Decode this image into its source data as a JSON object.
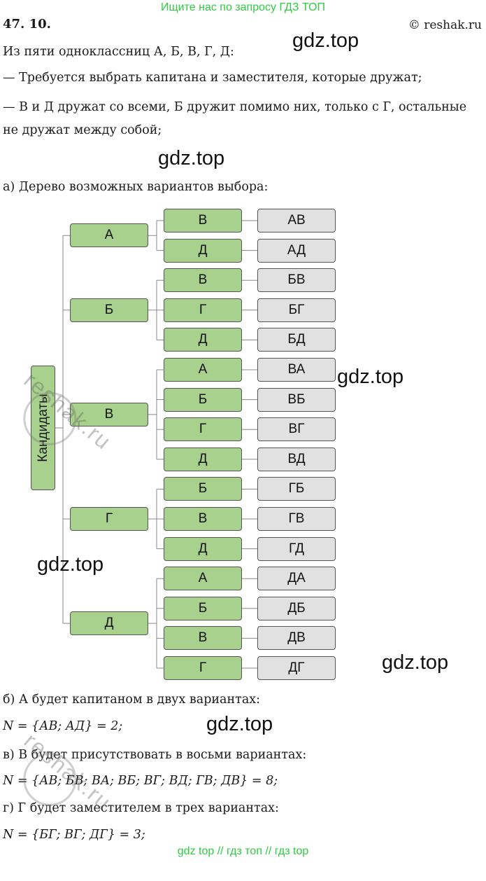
{
  "banner": "Ищите нас по запросу ГДЗ ТОП",
  "header": {
    "number": "47. 10.",
    "copyright": "© reshak.ru"
  },
  "lines": {
    "intro": "Из пяти одноклассниц А, Б, В, Г, Д:",
    "cond1": "— Требуется выбрать капитана и заместителя, которые дружат;",
    "cond2a": "— В и Д дружат со всеми, Б дружит помимо них, только с Г, остальные",
    "cond2b": "не дружат между собой;",
    "a": "а) Дерево возможных вариантов выбора:",
    "b": "б) А будет капитаном в двух вариантах:",
    "b_eq": "N = {АВ;  АД} = 2;",
    "v": "в) В будет присутствовать в восьми вариантах:",
    "v_eq": "N = {АВ;  БВ;  ВА;  ВБ;  ВГ;  ВД;  ГВ;  ДВ} = 8;",
    "g": "г) Г будет заместителем в трех вариантах:",
    "g_eq": "N = {БГ;  ВГ;  ДГ} = 3;"
  },
  "watermark": "gdz.top",
  "stamp_text": "reshak.ru",
  "footer": "gdz top  //  гдз топ  //  гдз top",
  "tree": {
    "root": "Кандидаты",
    "level1": [
      "А",
      "Б",
      "В",
      "Г",
      "Д"
    ],
    "level2": [
      [
        "В",
        "Д"
      ],
      [
        "В",
        "Г",
        "Д"
      ],
      [
        "А",
        "Б",
        "Г",
        "Д"
      ],
      [
        "Б",
        "В",
        "Д"
      ],
      [
        "А",
        "Б",
        "В",
        "Г"
      ]
    ],
    "pairs": [
      [
        "АВ",
        "АД"
      ],
      [
        "БВ",
        "БГ",
        "БД"
      ],
      [
        "ВА",
        "ВБ",
        "ВГ",
        "ВД"
      ],
      [
        "ГБ",
        "ГВ",
        "ГД"
      ],
      [
        "ДА",
        "ДБ",
        "ДВ",
        "ДГ"
      ]
    ]
  }
}
